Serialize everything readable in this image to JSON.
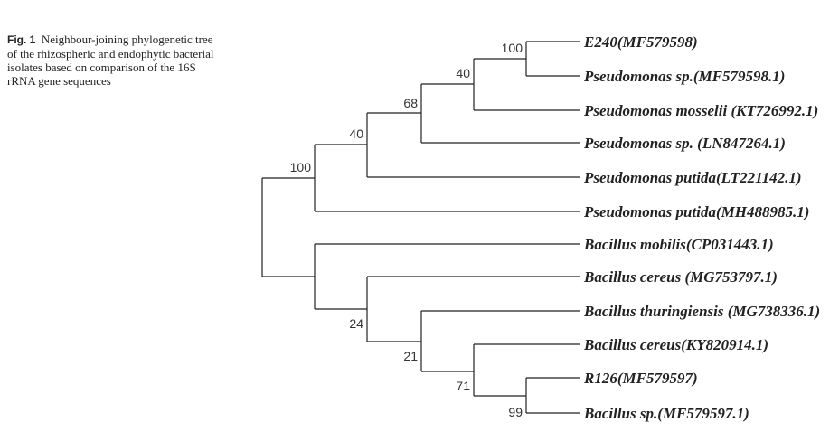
{
  "caption": {
    "label": "Fig. 1",
    "text": "Neighbour-joining phylogenetic tree of the rhizospheric and endophytic bacterial isolates based on comparison of the 16S rRNA gene sequences"
  },
  "tree": {
    "taxa": [
      "E240(MF579598)",
      "Pseudomonas sp.(MF579598.1)",
      "Pseudomonas mosselii (KT726992.1)",
      "Pseudomonas sp. (LN847264.1)",
      "Pseudomonas putida(LT221142.1)",
      "Pseudomonas putida(MH488985.1)",
      "Bacillus mobilis(CP031443.1)",
      "Bacillus cereus (MG753797.1)",
      "Bacillus thuringiensis (MG738336.1)",
      "Bacillus cereus(KY820914.1)",
      "R126(MF579597)",
      "Bacillus sp.(MF579597.1)"
    ],
    "bootstrap": [
      "100",
      "40",
      "68",
      "40",
      "100",
      "24",
      "21",
      "71",
      "99"
    ]
  }
}
